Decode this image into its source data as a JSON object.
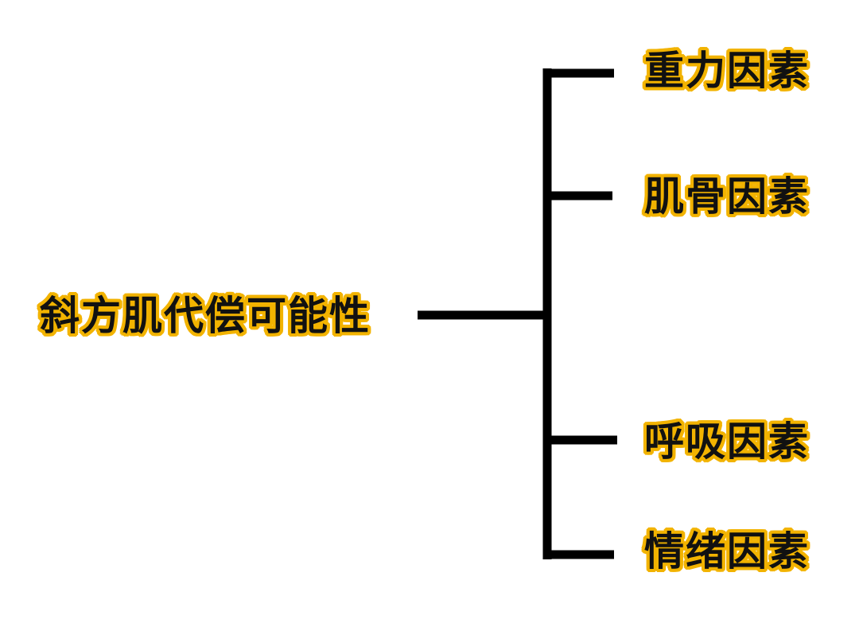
{
  "diagram": {
    "root": {
      "label": "斜方肌代偿可能性"
    },
    "branches": [
      {
        "label": "重力因素"
      },
      {
        "label": "肌骨因素"
      },
      {
        "label": "呼吸因素"
      },
      {
        "label": "情绪因素"
      }
    ]
  },
  "colors": {
    "text": "#111111",
    "outline": "#f2b300",
    "line": "#000000",
    "background": "#ffffff"
  }
}
